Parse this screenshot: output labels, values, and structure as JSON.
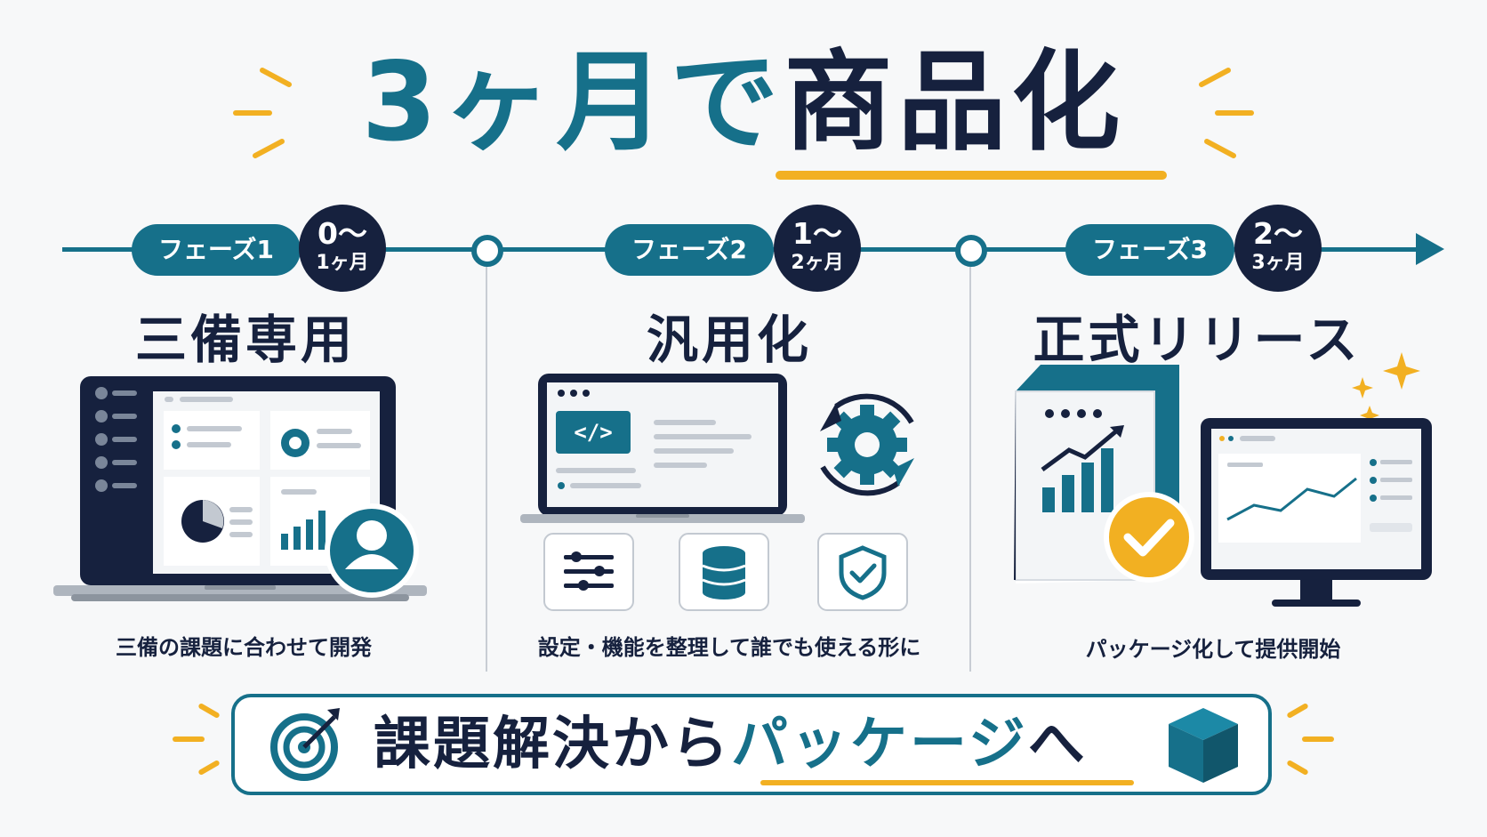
{
  "title": {
    "part1": "3ヶ月で",
    "part2": "商品化"
  },
  "phases": [
    {
      "label": "フェーズ1",
      "duration_line1": "0〜",
      "duration_line2": "1ヶ月",
      "heading": "三備専用",
      "caption": "三備の課題に合わせて開発"
    },
    {
      "label": "フェーズ2",
      "duration_line1": "1〜",
      "duration_line2": "2ヶ月",
      "heading": "汎用化",
      "caption": "設定・機能を整理して誰でも使える形に"
    },
    {
      "label": "フェーズ3",
      "duration_line1": "2〜",
      "duration_line2": "3ヶ月",
      "heading": "正式リリース",
      "caption": "パッケージ化して提供開始"
    }
  ],
  "code_tag": "</>",
  "bottom": {
    "part1": "課題解決から",
    "part2": "パッケージ",
    "part3": "へ"
  },
  "icons": {
    "user": "user-icon",
    "gear": "gear-icon",
    "sliders": "sliders-icon",
    "database": "database-icon",
    "shield": "shield-check-icon",
    "check": "check-icon",
    "target": "target-icon",
    "box": "box-icon"
  },
  "colors": {
    "teal": "#16708a",
    "navy": "#16213e",
    "accent": "#f2b022",
    "background": "#f7f8f9"
  }
}
